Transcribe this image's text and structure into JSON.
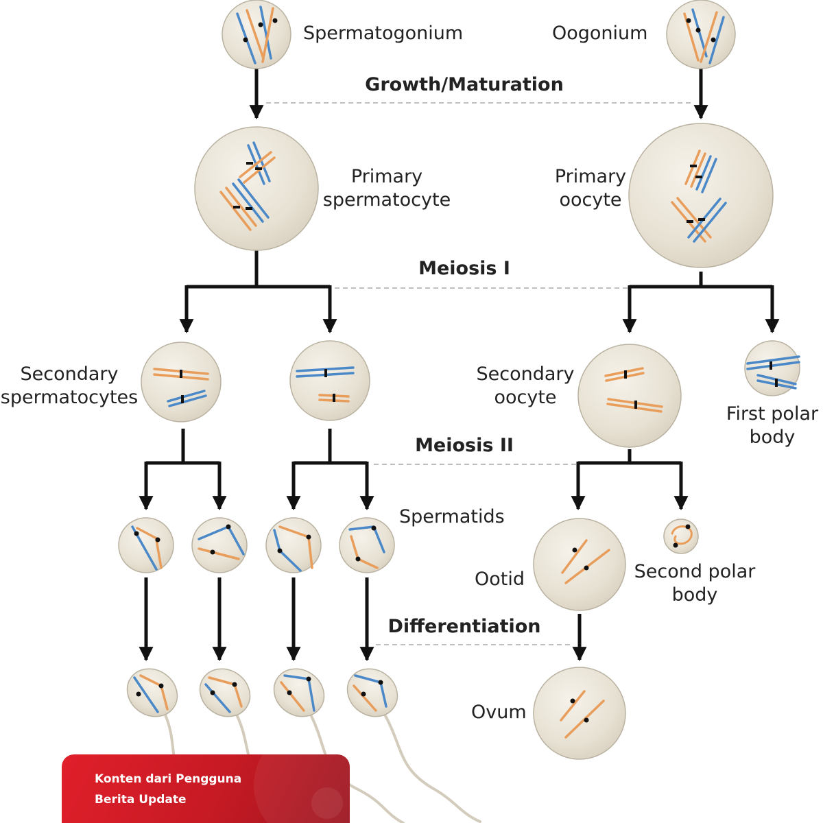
{
  "labels": {
    "spermatogonium": "Spermatogonium",
    "oogonium": "Oogonium",
    "primary_spermatocyte": [
      "Primary",
      "spermatocyte"
    ],
    "primary_oocyte": [
      "Primary",
      "oocyte"
    ],
    "secondary_spermatocytes": [
      "Secondary",
      "spermatocytes"
    ],
    "secondary_oocyte": [
      "Secondary",
      "oocyte"
    ],
    "first_polar_body": [
      "First polar",
      "body"
    ],
    "spermatids": "Spermatids",
    "ootid": "Ootid",
    "second_polar_body": [
      "Second polar",
      "body"
    ],
    "ovum": "Ovum"
  },
  "stages": {
    "growth": "Growth/Maturation",
    "meiosis1": "Meiosis I",
    "meiosis2": "Meiosis II",
    "differentiation": "Differentiation"
  },
  "colors": {
    "cell_fill": "#e7e1d3",
    "cell_edge": "#b9b2a1",
    "maternal": "#e89d5b",
    "paternal": "#4a88c8",
    "arrow": "#111111",
    "guide": "#aaaaaa"
  },
  "badge": {
    "line1": "Konten dari Pengguna",
    "line2": "Berita Update"
  }
}
